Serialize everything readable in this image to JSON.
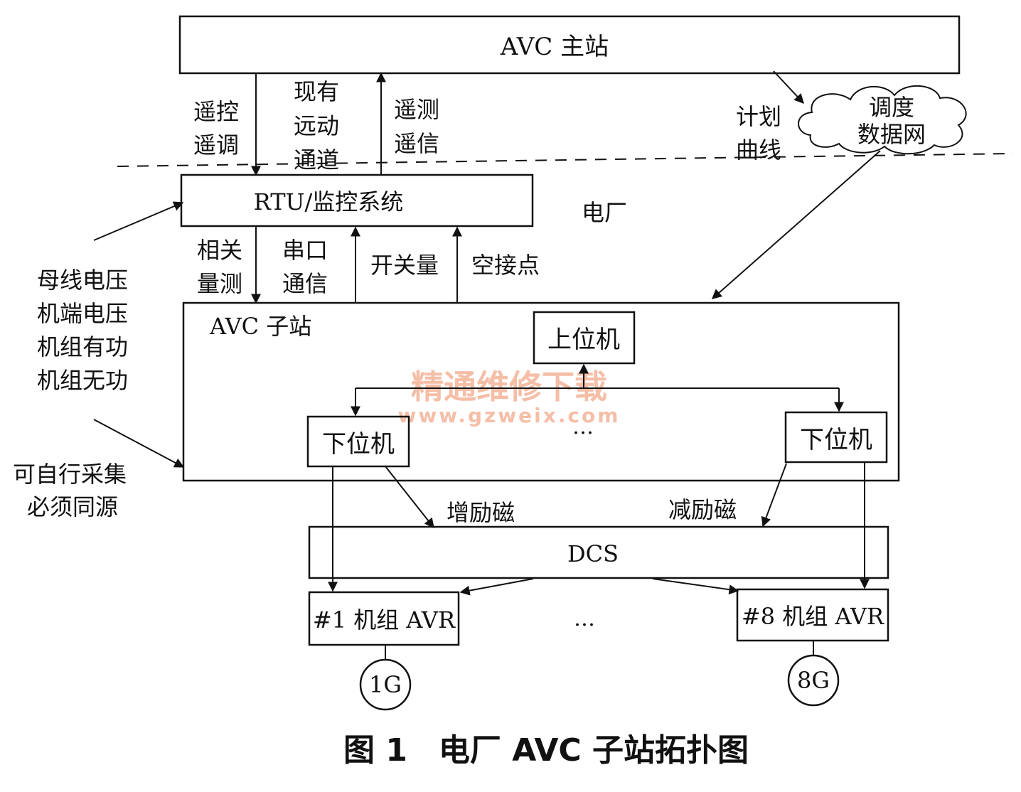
{
  "boxes": {
    "master": "AVC 主站",
    "rtu": "RTU/监控系统",
    "substation": "AVC 子站",
    "upper": "上位机",
    "lower_left": "下位机",
    "lower_right": "下位机",
    "dcs": "DCS",
    "avr1": "#1 机组 AVR",
    "avr8": "#8 机组 AVR"
  },
  "generators": {
    "g1": "1G",
    "g8": "8G"
  },
  "cloud": {
    "line1": "调度",
    "line2": "数据网"
  },
  "labels": {
    "remote_control": [
      "遥控",
      "遥调"
    ],
    "existing_channel": [
      "现有",
      "远动",
      "通道"
    ],
    "telemetry": [
      "遥测",
      "遥信"
    ],
    "plan_curve": [
      "计划",
      "曲线"
    ],
    "plant": "电厂",
    "related_measure": [
      "相关",
      "量测"
    ],
    "serial_comm": [
      "串口",
      "通信"
    ],
    "switch_qty": "开关量",
    "dry_contact": "空接点",
    "measurements": [
      "母线电压",
      "机端电压",
      "机组有功",
      "机组无功"
    ],
    "collect": [
      "可自行采集",
      "必须同源"
    ],
    "increase_excitation": "增励磁",
    "decrease_excitation": "减励磁",
    "ellipsis_mid": "…",
    "ellipsis_bottom": "…"
  },
  "watermark": {
    "line1": "精通维修下载",
    "line2": "www.gzweix.com"
  },
  "caption": "图 1　电厂 AVC 子站拓扑图",
  "colors": {
    "line": "#111111",
    "watermark": "#f2a98a"
  }
}
